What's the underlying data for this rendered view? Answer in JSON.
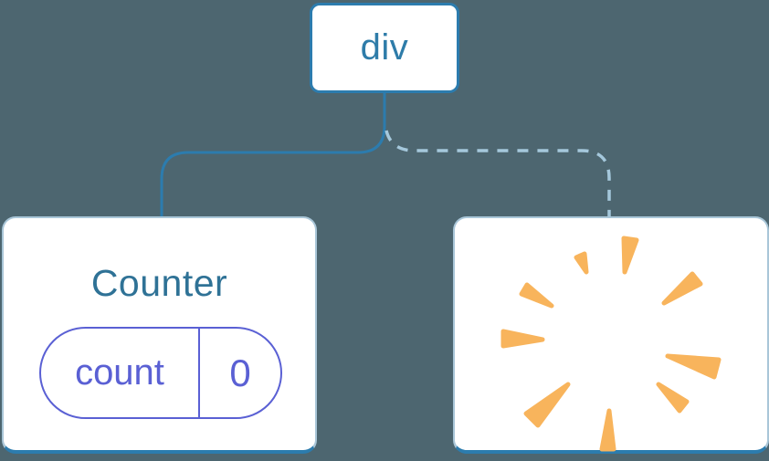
{
  "diagram": {
    "description": "React component tree: a div root keeps the Counter child (solid connector) while the second child is removed with a poof (dashed connector)",
    "root_node": {
      "label": "div"
    },
    "counter_card": {
      "title": "Counter",
      "state_pill": {
        "key": "count",
        "value": "0"
      }
    },
    "removed_card": {
      "icon": "poof-icon"
    },
    "colors": {
      "background": "#4d6670",
      "node_border": "#2c7cae",
      "node_text": "#2e7ca9",
      "solid_connector": "#2c7cae",
      "dashed_connector": "#a5c8dc",
      "card_border": "#a9c6d8",
      "card_bottom_edge": "#2c7cae",
      "title_text": "#2f7296",
      "state_accent": "#5a60d4",
      "poof": "#f8b45c",
      "card_background": "#ffffff"
    }
  }
}
